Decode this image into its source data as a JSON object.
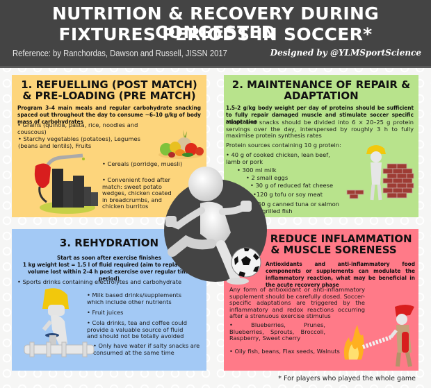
{
  "header": {
    "title_line1": "Nutrition & Recovery During Congested",
    "title_line2": "Fixtures Periods in Soccer*",
    "reference": "Reference: by Ranchordas, Dawson and Russell, JISSN 2017",
    "designed_by": "Designed by @YLMSportScience",
    "background_color": "#444444"
  },
  "panels": [
    {
      "id": 1,
      "title_line1": "1. Refuelling (Post Match)",
      "title_line2": "& Pre-Loading (Pre Match)",
      "color": "#fdd57c",
      "intro": "Program 3–4 main meals and regular carbohydrate snacking spaced out throughout the day to consume ~6–10 g/kg of body mass of carbohydrates",
      "items": [
        "• Grains (quinoa, pasta, rice, noodles and couscous)",
        "• Starchy vegetables (potatoes), Legumes (beans and lentils), Fruits",
        "• Cereals (porridge, muesli)",
        "• Convenient food after match: sweet potato wedges, chicken coated in breadcrumbs, and chicken burritos"
      ],
      "images": [
        "vegetables-pile",
        "fuel-pump-bar-chart"
      ]
    },
    {
      "id": 2,
      "title_line1": "2. Maintenance of Repair &",
      "title_line2": "Adaptation",
      "color": "#b8e38c",
      "intro": "1.5-2 g/kg body weight per day of proteins should be sufficient to fully repair damaged muscle and stimulate soccer specific adaptation",
      "body": "Meals and snacks should be divided into 6 × 20–25 g protein servings over the day, interspersed by roughly 3 h to fully maximise protein synthesis rates",
      "sources_label": "Protein sources containing 10 g protein:",
      "items": [
        "• 40 g of cooked chicken, lean beef, lamb or pork",
        "• 300 ml milk",
        "• 2 small eggs",
        "• 30 g of reduced fat cheese",
        "•120 g tofu or soy meat",
        "•50 g canned tuna or salmon or grilled fish"
      ],
      "images": [
        "builder-figure-brick-wall"
      ]
    },
    {
      "id": 3,
      "title": "3. Rehydration",
      "color": "#a3c9f5",
      "intro_line1": "Start as soon after exercise finishes",
      "intro_line2": "1 kg weight lost = 1.5 l of fluid required (aim to replace the volume lost within 2–4 h post exercise over regular time period)",
      "items": [
        "• Sports drinks containing electrolytes and carbohydrate",
        "• Milk based drinks/supplements which include other nutrients",
        "• Fruit juices",
        "• Cola drinks, tea and coffee could provide a valuable source of fluid and should not be totally avoided",
        "• Only have water if salty snacks are consumed at the same time"
      ],
      "images": [
        "plumber-figure-pipe-valve"
      ]
    },
    {
      "id": 4,
      "title_line1": "4. Reduce Inflammation",
      "title_line2": "& Muscle Soreness",
      "color": "#ff7a88",
      "intro": "Antioxidants and anti-inflammatory food components or supplements can modulate the inflammatory reaction, what may be beneficial in the acute recovery phase",
      "body": "Any form of antioxidant or anti-inflammatory supplement should be carefully dosed. Soccer-specific adaptations are triggered by the inflammatory and redox reactions occurring after a strenuous exercise stimulus",
      "items": [
        "• Blueberries, Prunes, Blueberries, Sprouts, Broccoli, Raspberry, Sweet cherry",
        "• Oily fish, beans, Flax seeds, Walnuts"
      ],
      "images": [
        "firefighter-figure-extinguisher-flames"
      ]
    }
  ],
  "center": {
    "image": "figure-kicking-soccer-ball",
    "circle_color": "#444444"
  },
  "footnote": "* For players who played the whole game"
}
